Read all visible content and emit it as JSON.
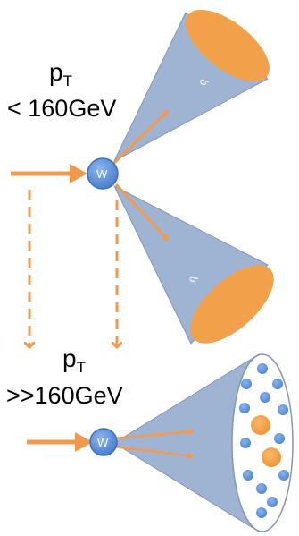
{
  "colors": {
    "cone_fill": "#9fb4d2",
    "cone_stroke": "#7f93b3",
    "jet_orange": "#f3a04a",
    "arrow_orange": "#f19a4e",
    "w_boson": "#5b8fdb",
    "w_boson_edge": "#3d6fb8",
    "particle_blue": "#5a93dd",
    "background": "#ffffff"
  },
  "top_panel": {
    "pt_symbol": "p",
    "pt_subscript": "T",
    "pt_condition": "< 160GeV",
    "boson_label": "W",
    "quark_upper_label": "q",
    "quark_lower_label": "q"
  },
  "bottom_panel": {
    "pt_symbol": "p",
    "pt_subscript": "T",
    "pt_condition": ">>160GeV",
    "boson_label": "W"
  }
}
